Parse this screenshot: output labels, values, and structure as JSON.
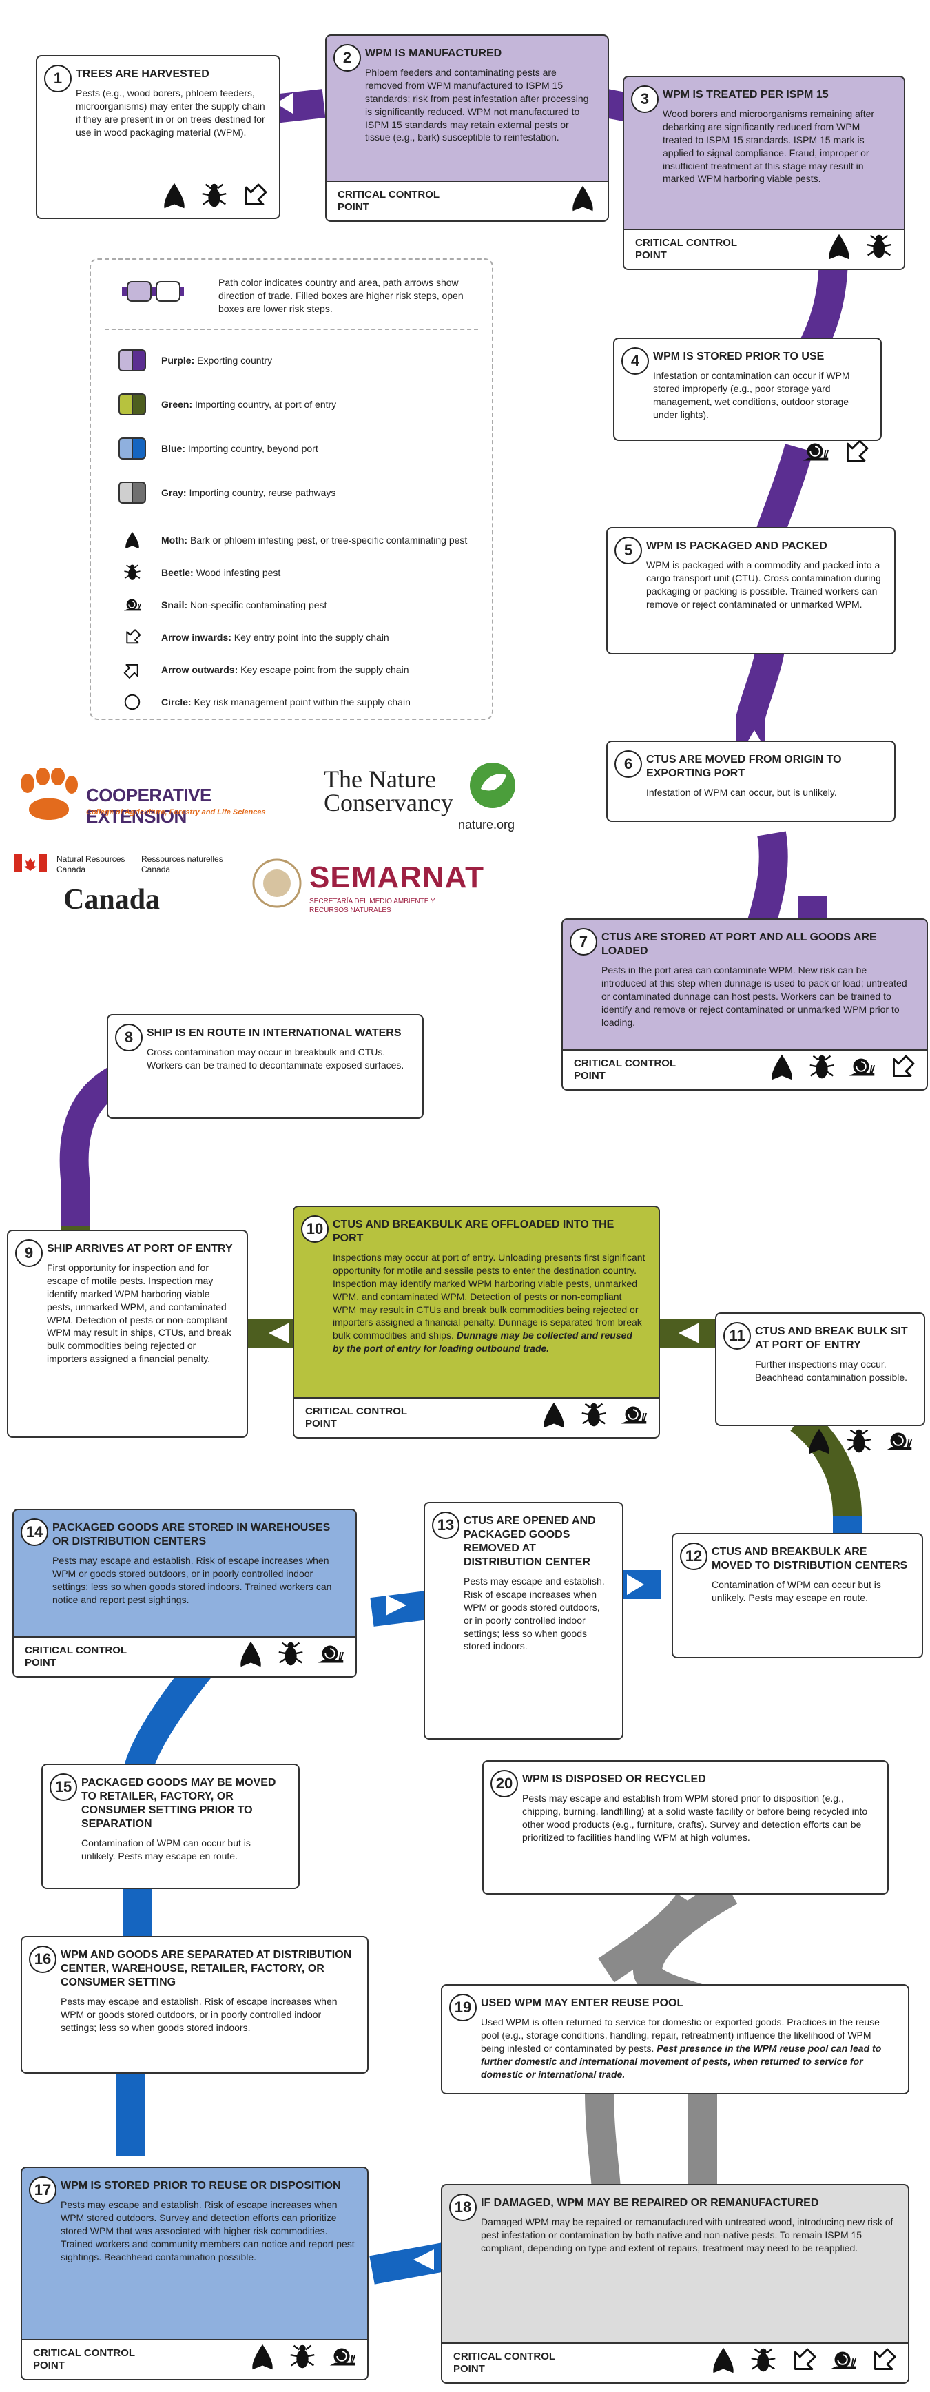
{
  "legend": {
    "intro": "Path color indicates country and area, path arrows show direction of trade. Filled boxes are higher risk steps, open boxes are lower risk steps.",
    "items": [
      {
        "bold": "Purple:",
        "text": "Exporting country",
        "color": "#5b2e91",
        "light": "#c4b6d9"
      },
      {
        "bold": "Green:",
        "text": "Importing country, at port of entry",
        "color": "#4d5e1f",
        "light": "#b7c23e"
      },
      {
        "bold": "Blue:",
        "text": "Importing country, beyond port",
        "color": "#1565c0",
        "light": "#8fb0de"
      },
      {
        "bold": "Gray:",
        "text": "Importing country, reuse pathways",
        "color": "#707070",
        "light": "#cfcfcf"
      }
    ],
    "symbols": [
      {
        "icon": "moth-icon",
        "bold": "Moth:",
        "text": "Bark or phloem infesting pest, or tree-specific contaminating pest"
      },
      {
        "icon": "beetle-icon",
        "bold": "Beetle:",
        "text": "Wood infesting pest"
      },
      {
        "icon": "snail-icon",
        "bold": "Snail:",
        "text": "Non-specific contaminating pest"
      },
      {
        "icon": "arrow-in-icon",
        "bold": "Arrow inwards:",
        "text": "Key entry point into the supply chain"
      },
      {
        "icon": "arrow-out-icon",
        "bold": "Arrow outwards:",
        "text": "Key escape point from the supply chain"
      },
      {
        "icon": "circle-icon",
        "bold": "Circle:",
        "text": "Key risk management point within the supply chain"
      }
    ]
  },
  "logos": {
    "coop_title": "COOPERATIVE EXTENSION",
    "coop_sub": "College of Agriculture, Forestry and Life Sciences",
    "tnc_line1": "The Nature",
    "tnc_line2": "Conservancy",
    "tnc_url": "nature.org",
    "nrcan_en": "Natural Resources Canada",
    "nrcan_fr": "Ressources naturelles Canada",
    "canada": "Canada",
    "semarnat": "SEMARNAT",
    "semarnat_sub": "SECRETARÍA DEL MEDIO AMBIENTE Y RECURSOS NATURALES"
  },
  "ccp_label": "CRITICAL CONTROL POINT",
  "steps": [
    {
      "n": "1",
      "title": "TREES ARE HARVESTED",
      "text": "Pests (e.g., wood borers, phloem feeders, microorganisms) may enter the supply chain if they are present in or on trees destined for use in wood packaging material (WPM).",
      "icons": [
        "moth-icon",
        "beetle-icon",
        "arrow-in-icon"
      ]
    },
    {
      "n": "2",
      "title": "WPM IS MANUFACTURED",
      "text": "Phloem feeders and contaminating pests are removed from WPM manufactured to ISPM 15 standards; risk from pest infestation after processing is significantly reduced. WPM not manufactured to ISPM 15 standards may retain external pests or tissue (e.g., bark) susceptible to reinfestation.",
      "icons": [
        "moth-icon"
      ]
    },
    {
      "n": "3",
      "title": "WPM IS TREATED PER ISPM 15",
      "text": "Wood borers and microorganisms remaining after debarking are significantly reduced from WPM treated to ISPM 15 standards. ISPM 15 mark is applied to signal compliance. Fraud, improper or insufficient treatment at this stage may result in marked WPM harboring viable pests.",
      "icons": [
        "moth-icon",
        "beetle-icon"
      ]
    },
    {
      "n": "4",
      "title": "WPM IS STORED PRIOR TO USE",
      "text": "Infestation or contamination can occur if WPM stored improperly (e.g., poor storage yard management, wet conditions, outdoor storage under lights).",
      "icons": [
        "snail-icon",
        "arrow-in-icon"
      ]
    },
    {
      "n": "5",
      "title": "WPM IS PACKAGED AND PACKED",
      "text": "WPM is packaged with a commodity and packed into a cargo transport unit (CTU). Cross contamination during packaging or packing is possible. Trained workers can remove or reject contaminated or unmarked WPM.",
      "icons": []
    },
    {
      "n": "6",
      "title": "CTUs ARE MOVED FROM ORIGIN TO EXPORTING PORT",
      "text": "Infestation of WPM can occur, but is unlikely.",
      "icons": []
    },
    {
      "n": "7",
      "title": "CTUs ARE STORED AT PORT AND ALL GOODS ARE LOADED",
      "text": "Pests in the port area can contaminate WPM. New risk can be introduced at this step when dunnage is used to pack or load; untreated or contaminated dunnage can host pests. Workers can be trained to identify and remove or reject contaminated or unmarked WPM prior to loading.",
      "icons": [
        "moth-icon",
        "beetle-icon",
        "snail-icon",
        "arrow-in-icon"
      ]
    },
    {
      "n": "8",
      "title": "SHIP IS EN ROUTE IN INTERNATIONAL WATERS",
      "text": "Cross contamination may occur in breakbulk and CTUs. Workers can be trained to decontaminate exposed surfaces.",
      "icons": []
    },
    {
      "n": "9",
      "title": "SHIP ARRIVES AT PORT OF ENTRY",
      "text": "First opportunity for inspection and for escape of motile pests. Inspection may identify marked WPM harboring viable pests, unmarked WPM, and contaminated WPM. Detection of pests or non-compliant WPM may result in ships, CTUs, and break bulk commodities being rejected or importers assigned a financial penalty.",
      "icons": []
    },
    {
      "n": "10",
      "title": "CTUs AND BREAKBULK ARE OFFLOADED INTO THE PORT",
      "text": "Inspections may occur at port of entry. Unloading presents first significant opportunity for motile and sessile pests to enter the destination country. Inspection may identify marked WPM harboring viable pests, unmarked WPM, and contaminated WPM. Detection of pests or non-compliant WPM may result in CTUs and break bulk commodities being rejected or importers assigned a financial penalty. Dunnage is separated from break bulk commodities and ships.",
      "em": "Dunnage may be collected and reused by the port of entry for loading outbound trade.",
      "icons": [
        "moth-icon",
        "beetle-icon",
        "snail-icon"
      ]
    },
    {
      "n": "11",
      "title": "CTUs AND BREAK BULK SIT AT PORT OF ENTRY",
      "text": "Further inspections may occur. Beachhead contamination possible.",
      "icons": [
        "moth-icon",
        "beetle-icon",
        "snail-icon"
      ]
    },
    {
      "n": "12",
      "title": "CTUs AND BREAKBULK ARE MOVED TO DISTRIBUTION CENTERS",
      "text": "Contamination of WPM can occur but is unlikely. Pests may escape en route.",
      "icons": []
    },
    {
      "n": "13",
      "title": "CTUs ARE OPENED AND PACKAGED GOODS REMOVED AT DISTRIBUTION CENTER",
      "text": "Pests may escape and establish. Risk of escape increases when WPM or goods stored outdoors, or in poorly controlled indoor settings; less so when goods stored indoors.",
      "icons": []
    },
    {
      "n": "14",
      "title": "PACKAGED GOODS ARE STORED IN WAREHOUSES OR DISTRIBUTION CENTERS",
      "text": "Pests may escape and establish. Risk of escape increases when WPM or goods stored outdoors, or in poorly controlled indoor settings; less so when goods stored indoors. Trained workers can notice and report pest sightings.",
      "icons": [
        "moth-icon",
        "beetle-icon",
        "snail-icon"
      ]
    },
    {
      "n": "15",
      "title": "PACKAGED GOODS MAY BE MOVED TO RETAILER, FACTORY, OR CONSUMER SETTING PRIOR TO SEPARATION",
      "text": "Contamination of WPM can occur but is unlikely. Pests may escape en route.",
      "icons": []
    },
    {
      "n": "16",
      "title": "WPM AND GOODS ARE SEPARATED AT DISTRIBUTION CENTER, WAREHOUSE, RETAILER, FACTORY, OR CONSUMER SETTING",
      "text": "Pests may escape and establish. Risk of escape increases when WPM or goods stored outdoors, or in poorly controlled indoor settings; less so when goods stored indoors.",
      "icons": []
    },
    {
      "n": "17",
      "title": "WPM IS STORED PRIOR TO REUSE OR DISPOSITION",
      "text": "Pests may escape and establish. Risk of escape increases when WPM stored outdoors. Survey and detection efforts can prioritize stored WPM that was associated with higher risk commodities. Trained workers and community members can notice and report pest sightings. Beachhead contamination possible.",
      "icons": [
        "moth-icon",
        "beetle-icon",
        "snail-icon"
      ]
    },
    {
      "n": "18",
      "title": "IF DAMAGED, WPM MAY BE REPAIRED OR REMANUFACTURED",
      "text": "Damaged WPM may be repaired or remanufactured with untreated wood, introducing new risk of pest infestation or contamination by both native and non-native pests. To remain ISPM 15 compliant, depending on type and extent of repairs, treatment may need to be reapplied.",
      "icons": [
        "moth-icon",
        "beetle-icon",
        "arrow-in-icon",
        "snail-icon",
        "arrow-in-icon"
      ]
    },
    {
      "n": "19",
      "title": "USED WPM MAY ENTER REUSE POOL",
      "text": "Used WPM is often returned to service for domestic or exported goods. Practices in the reuse pool (e.g., storage conditions, handling, repair, retreatment) influence the likelihood of WPM being infested or contaminated by pests.",
      "em": "Pest presence in the WPM reuse pool can lead to further domestic and international movement of pests, when returned to service for domestic or international trade.",
      "icons": []
    },
    {
      "n": "20",
      "title": "WPM IS DISPOSED OR RECYCLED",
      "text": "Pests may escape and establish from WPM stored prior to disposition (e.g., chipping, burning, landfilling) at a solid waste facility or before being recycled into other wood products (e.g., furniture, crafts). Survey and detection efforts can be prioritized to facilities handling WPM at high volumes.",
      "icons": []
    }
  ]
}
